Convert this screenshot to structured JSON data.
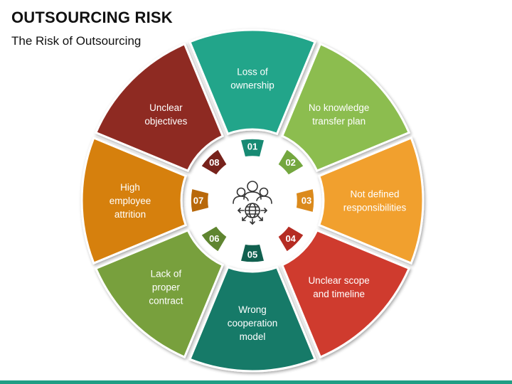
{
  "header": {
    "title": "OUTSOURCING RISK",
    "subtitle": "The Risk of Outsourcing"
  },
  "center_icon": "team-globe-icon",
  "colors": {
    "bottom_bar": "#1f9e84"
  },
  "segments": [
    {
      "number": "01",
      "lines": [
        "Loss of",
        "ownership"
      ],
      "color": "#20a58a",
      "badge_color": "#178a73"
    },
    {
      "number": "02",
      "lines": [
        "No knowledge",
        "transfer plan"
      ],
      "color": "#8cbd50",
      "badge_color": "#74a73f"
    },
    {
      "number": "03",
      "lines": [
        "Not defined",
        "responsibilities"
      ],
      "color": "#f1a02f",
      "badge_color": "#db8a1c"
    },
    {
      "number": "04",
      "lines": [
        "Unclear scope",
        "and timeline"
      ],
      "color": "#cf3a2f",
      "badge_color": "#b52c23"
    },
    {
      "number": "05",
      "lines": [
        "Wrong",
        "cooperation",
        "model"
      ],
      "color": "#177a68",
      "badge_color": "#11604f"
    },
    {
      "number": "06",
      "lines": [
        "Lack of",
        "proper",
        "contract"
      ],
      "color": "#78a03c",
      "badge_color": "#5f8530"
    },
    {
      "number": "07",
      "lines": [
        "High",
        "employee",
        "attrition"
      ],
      "color": "#d6800f",
      "badge_color": "#b8680a"
    },
    {
      "number": "08",
      "lines": [
        "Unclear",
        "objectives"
      ],
      "color": "#8e2a22",
      "badge_color": "#77221b"
    }
  ]
}
